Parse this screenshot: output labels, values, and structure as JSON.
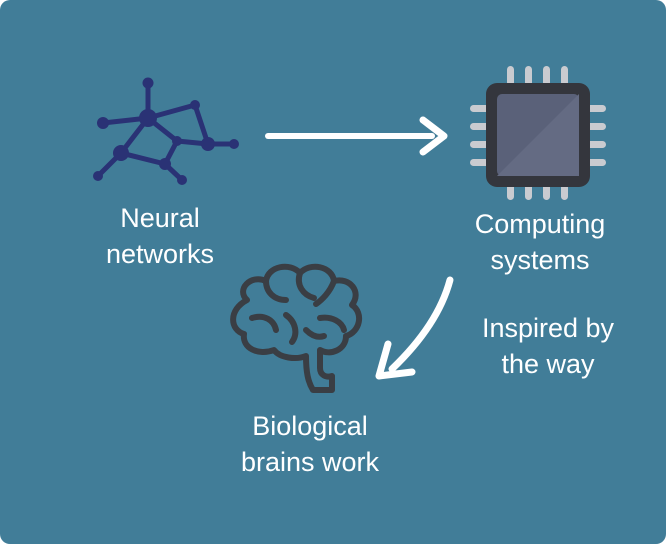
{
  "colors": {
    "background": "#417d98",
    "text": "#ffffff",
    "network": "#2a3275",
    "chip_body": "#5a6179",
    "chip_frame": "#34363d",
    "chip_pins": "#c9cbd0",
    "brain": "#3a3e44",
    "arrow": "#ffffff"
  },
  "icons": {
    "network": "neural-network-icon",
    "chip": "cpu-chip-icon",
    "brain": "brain-icon"
  },
  "nodes": {
    "neural": {
      "line1": "Neural",
      "line2": "networks"
    },
    "computing": {
      "line1": "Computing",
      "line2": "systems"
    },
    "biological": {
      "line1": "Biological",
      "line2": "brains work"
    }
  },
  "edges": {
    "inspired": {
      "line1": "Inspired by",
      "line2": "the way"
    }
  }
}
